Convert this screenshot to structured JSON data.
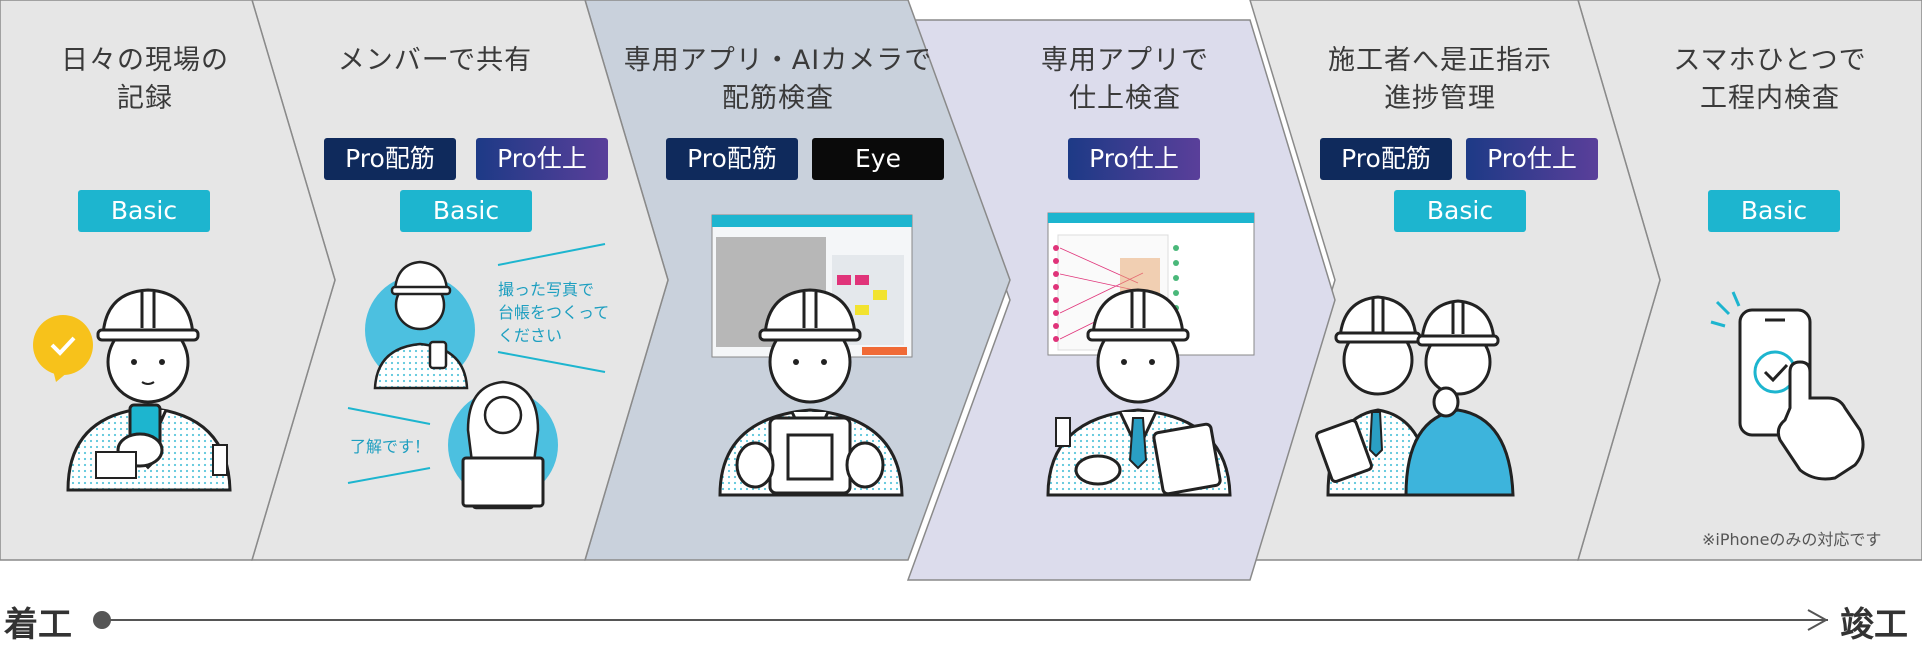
{
  "stages": [
    {
      "title_lines": [
        "日々の現場の",
        "記録"
      ],
      "tags": [
        "Basic"
      ]
    },
    {
      "title_lines": [
        "メンバーで共有"
      ],
      "tags": [
        "Pro配筋",
        "Pro仕上",
        "Basic"
      ],
      "bubble_1": [
        "撮った写真で",
        "台帳をつくって",
        "ください"
      ],
      "bubble_2": "了解です！"
    },
    {
      "title_lines": [
        "専用アプリ・AIカメラで",
        "配筋検査"
      ],
      "tags": [
        "Pro配筋",
        "Eye"
      ]
    },
    {
      "title_lines": [
        "専用アプリで",
        "仕上検査"
      ],
      "tags": [
        "Pro仕上"
      ]
    },
    {
      "title_lines": [
        "施工者へ是正指示",
        "進捗管理"
      ],
      "tags": [
        "Pro配筋",
        "Pro仕上",
        "Basic"
      ]
    },
    {
      "title_lines": [
        "スマホひとつで",
        "工程内検査"
      ],
      "tags": [
        "Basic"
      ],
      "note": "※iPhoneのみの対応です"
    }
  ],
  "timeline": {
    "start": "着工",
    "end": "竣工"
  },
  "colors": {
    "panel_gray": "#e6e6e6",
    "panel_blue": "#c9d1dc",
    "panel_lavender": "#dcdcec",
    "accent_cyan": "#1db5cf",
    "navy": "#0f2a5c"
  },
  "icons": [
    "check-bubble-icon",
    "worker-with-phone",
    "worker-with-camera",
    "worker-with-tablet",
    "laptop-icon",
    "smartphone-check-icon",
    "tap-hand-icon"
  ]
}
